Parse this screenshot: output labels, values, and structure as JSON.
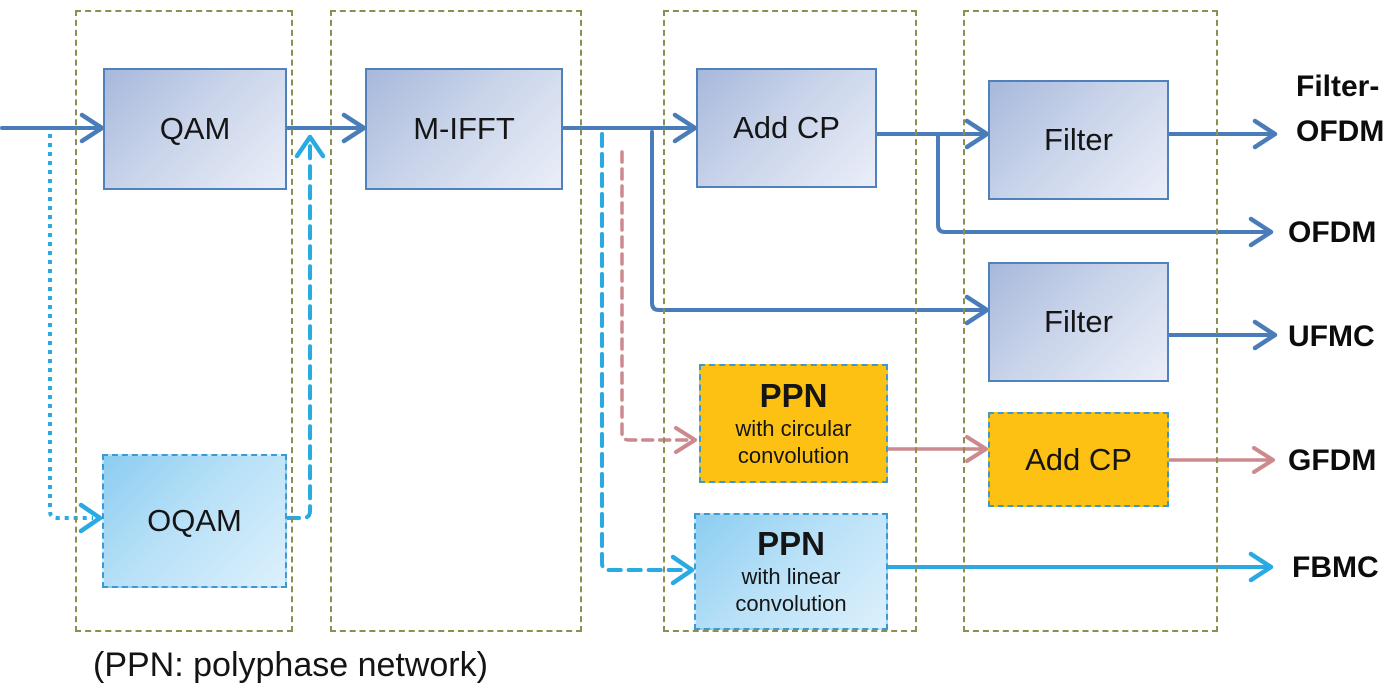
{
  "diagram": {
    "caption": "(PPN: polyphase network)",
    "blocks": {
      "qam": {
        "label": "QAM"
      },
      "oqam": {
        "label": "OQAM"
      },
      "mifft": {
        "label": "M-IFFT"
      },
      "add_cp_1": {
        "label": "Add CP"
      },
      "filter_1": {
        "label": "Filter"
      },
      "filter_2": {
        "label": "Filter"
      },
      "ppn_circular": {
        "title": "PPN",
        "subtitle": "with circular convolution"
      },
      "add_cp_2": {
        "label": "Add CP"
      },
      "ppn_linear": {
        "title": "PPN",
        "subtitle": "with linear convolution"
      }
    },
    "outputs": [
      {
        "label": "Filter-OFDM"
      },
      {
        "label": "OFDM"
      },
      {
        "label": "UFMC"
      },
      {
        "label": "GFDM"
      },
      {
        "label": "FBMC"
      }
    ],
    "colors": {
      "solid_arrow_blue": "#4a7cba",
      "cyan_arrow": "#29aae2",
      "pink_arrow": "#cc8a8e",
      "group_border": "#8e8e4f",
      "block_border_blue": "#4f81bd",
      "orange_fill": "#fdc113",
      "dashed_box_border": "#3d9ad1"
    }
  }
}
